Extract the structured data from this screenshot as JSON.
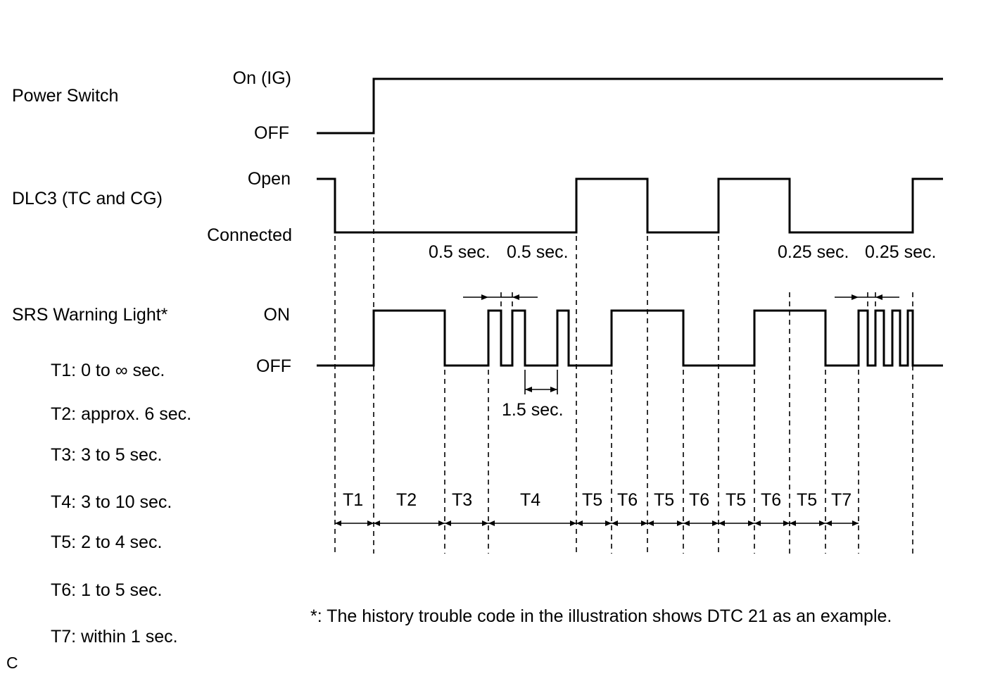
{
  "signals": {
    "power_switch": {
      "label": "Power Switch",
      "high": "On (IG)",
      "low": "OFF"
    },
    "dlc3": {
      "label": "DLC3 (TC and CG)",
      "high": "Open",
      "low": "Connected"
    },
    "srs": {
      "label": "SRS Warning Light*",
      "high": "ON",
      "low": "OFF"
    }
  },
  "legend": [
    "T1: 0 to ∞ sec.",
    "T2: approx. 6 sec.",
    "T3: 3 to 5 sec.",
    "T4: 3 to 10 sec.",
    "T5: 2 to 4 sec.",
    "T6: 1 to 5 sec.",
    "T7: within 1 sec."
  ],
  "annotations": {
    "half_sec_a": "0.5 sec.",
    "half_sec_b": "0.5 sec.",
    "quarter_sec_a": "0.25 sec.",
    "quarter_sec_b": "0.25 sec.",
    "one_five_sec": "1.5 sec."
  },
  "periods": [
    "T1",
    "T2",
    "T3",
    "T4",
    "T5",
    "T6",
    "T5",
    "T6",
    "T5",
    "T6",
    "T5",
    "T7"
  ],
  "footnote": "*: The history trouble code in the illustration shows DTC 21 as an example.",
  "corner_mark": "C"
}
